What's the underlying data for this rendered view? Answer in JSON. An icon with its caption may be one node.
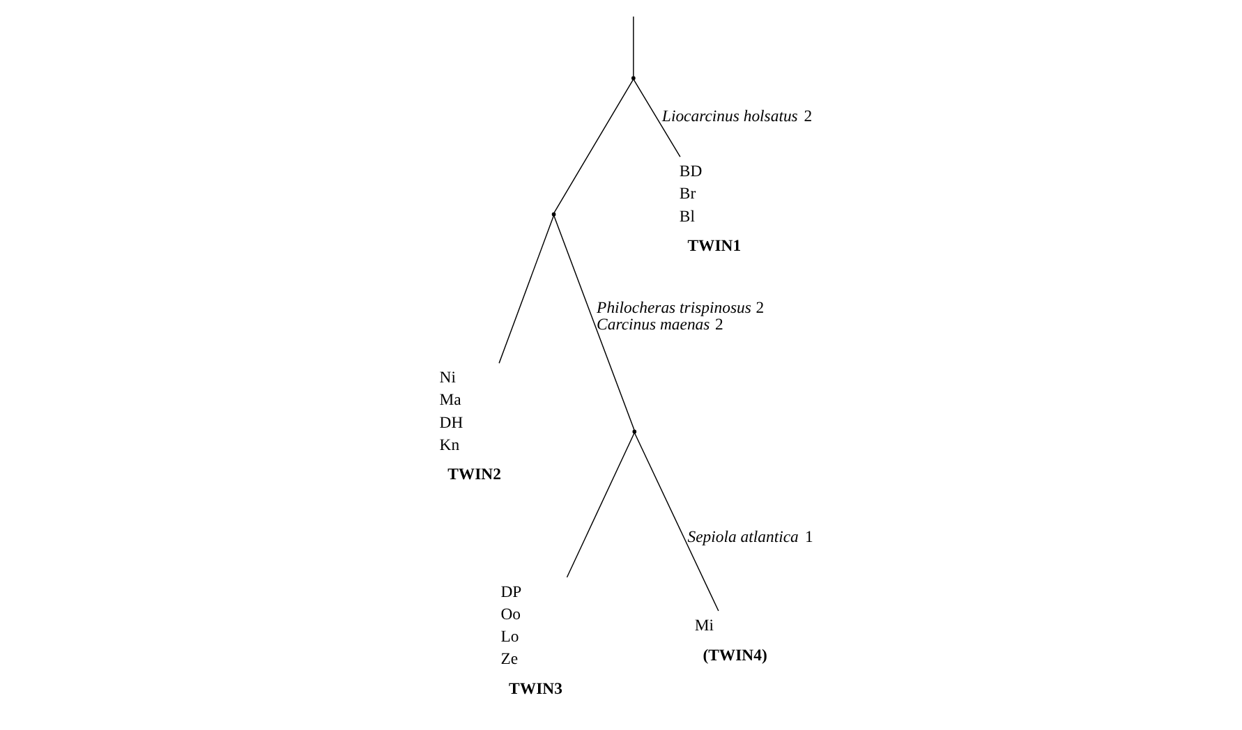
{
  "diagram": {
    "nodes": [
      {
        "text": [],
        "shape": "point"
      },
      {
        "text": [],
        "shape": "point"
      },
      {
        "text": [
          "BD",
          "Br",
          "Bl"
        ],
        "beside": [
          "TWIN1"
        ]
      },
      {
        "text": [],
        "shape": "point"
      },
      {
        "text": [
          "Ni",
          "Ma",
          "DH",
          "Kn"
        ],
        "beside": [
          "TWIN2"
        ]
      },
      {
        "text": [
          "Mi"
        ],
        "beside": [
          "(TWIN4)"
        ]
      },
      {
        "text": [
          "DP",
          "Oo",
          "Lo",
          "Ze"
        ],
        "beside": [
          "TWIN3"
        ]
      }
    ],
    "edges": [
      {
        "from": null,
        "to": 0,
        "arrow": "none"
      },
      {
        "from": 0,
        "to": 1,
        "arrow": "none"
      },
      {
        "from": 0,
        "to": 2,
        "arrow": "none",
        "label": "*Liocarcinus holsatus* 2"
      },
      {
        "from": 1,
        "to": 4,
        "arrow": "none"
      },
      {
        "from": 1,
        "to": 3,
        "arrow": "none",
        "label": "*Philocheras trispinosus* 2 *Carcinus maenas* 2"
      },
      {
        "from": 3,
        "to": 6,
        "arrow": "none"
      },
      {
        "from": 3,
        "to": 5,
        "arrow": "none",
        "label": "*Sepiola atlantica* 1"
      }
    ]
  }
}
